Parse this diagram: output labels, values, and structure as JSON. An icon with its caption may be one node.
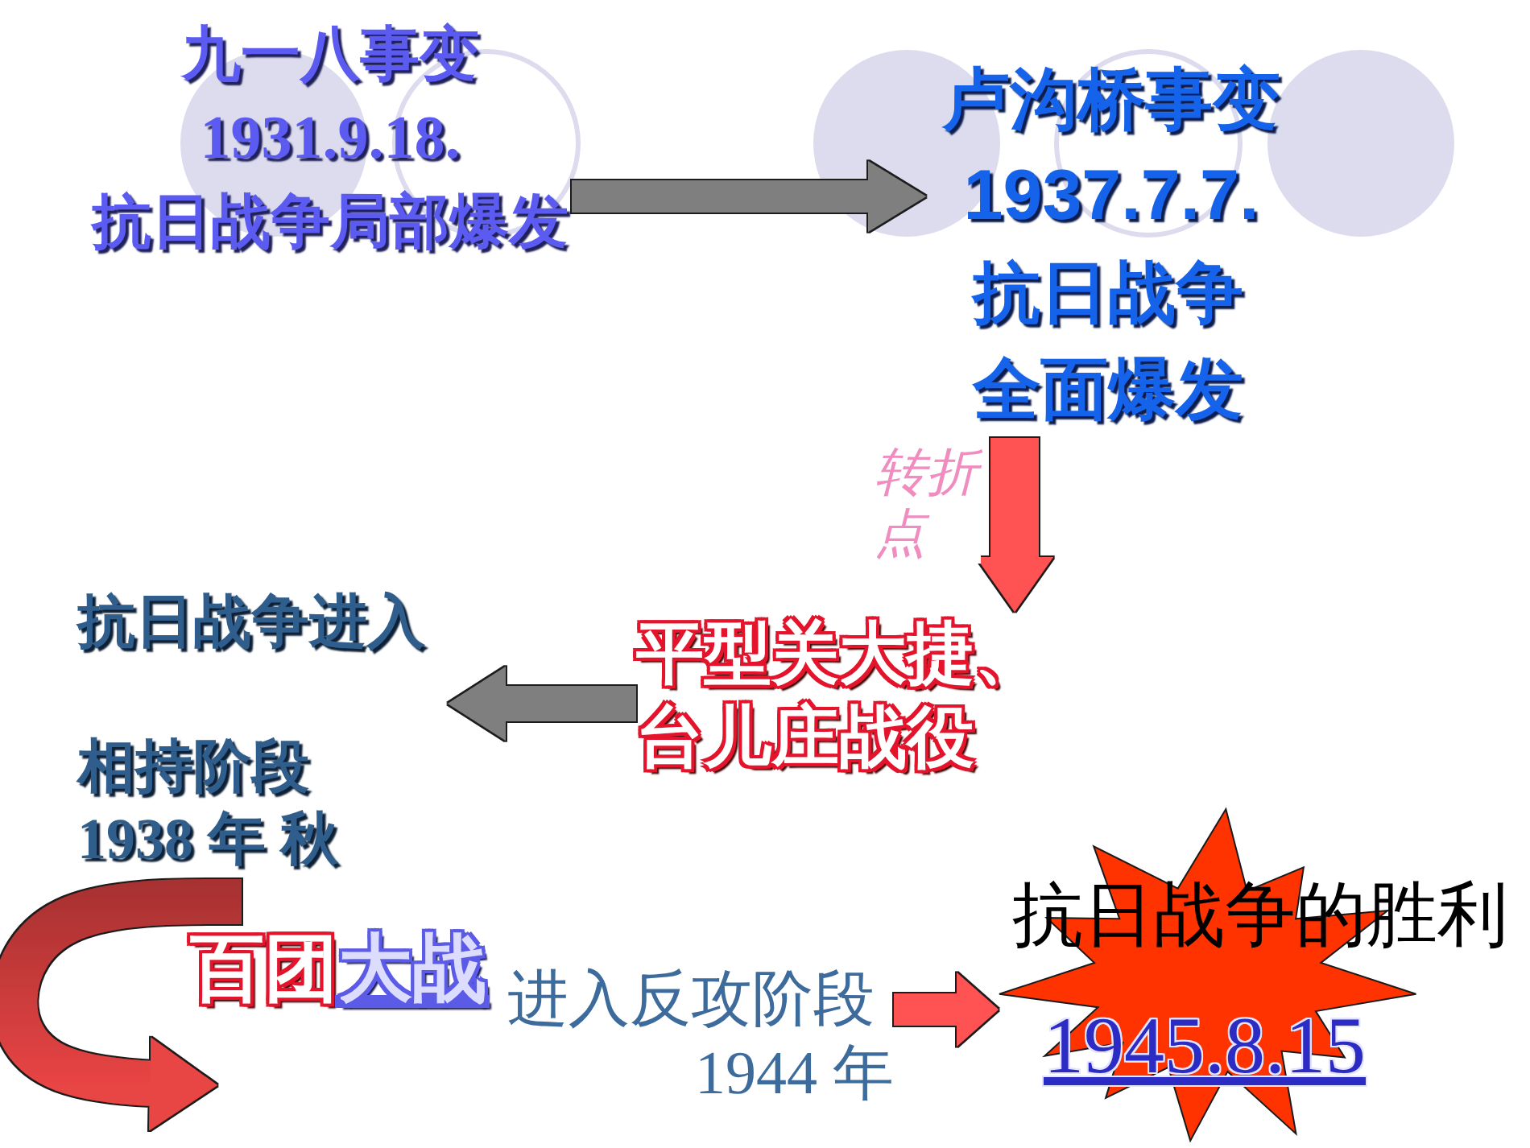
{
  "diagram": {
    "nodes": [
      {
        "text": [
          "九一八事变",
          "1931.9.18.",
          "抗日战争局部爆发"
        ]
      },
      {
        "text": [
          "卢沟桥事变",
          "1937.7.7.",
          "抗日战争全面爆发"
        ]
      },
      {
        "text": [
          "平型关大捷、台儿庄战役"
        ]
      },
      {
        "text": [
          "抗日战争进入",
          "相持阶段",
          "1938 年 秋"
        ]
      },
      {
        "text": [
          "进入反攻阶段",
          "1944 年"
        ]
      },
      {
        "text": [
          "抗日战争的胜利",
          "1945.8.15"
        ]
      }
    ],
    "edges": [
      {
        "from": 0,
        "to": 1,
        "arrow": "to",
        "color": "#7f7f7f"
      },
      {
        "from": 1,
        "to": 2,
        "arrow": "to",
        "label": "转折点",
        "color": "#ff5252"
      },
      {
        "from": 2,
        "to": 3,
        "arrow": "to",
        "color": "#7f7f7f"
      },
      {
        "from": 3,
        "to": null,
        "arrow": "to",
        "color": "#e84444"
      },
      {
        "from": 4,
        "to": 5,
        "arrow": "to",
        "color": "#ff5252"
      }
    ],
    "labels": [
      "百团大战"
    ]
  }
}
